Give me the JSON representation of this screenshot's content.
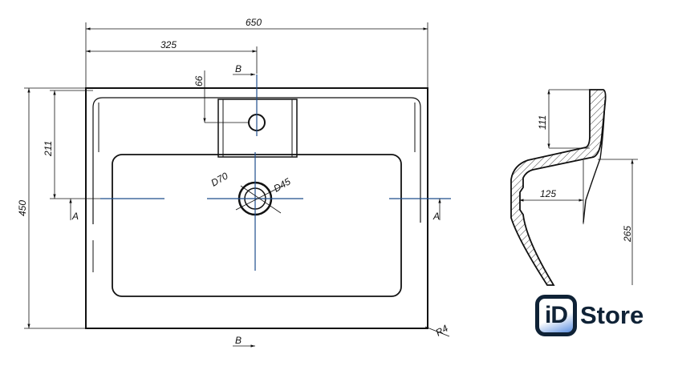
{
  "drawing": {
    "dimensions": {
      "overall_width": "650",
      "half_width": "325",
      "tap_offset": "66",
      "overall_depth": "450",
      "section_offset": "211",
      "drain_outer": "D70",
      "drain_inner": "D45",
      "corner_radius": "R4",
      "rim_height": "111",
      "shelf_depth": "125",
      "bowl_depth": "265"
    },
    "section_marks": {
      "b_top": "B",
      "b_bottom": "B",
      "a_left": "A",
      "a_right": "A"
    }
  },
  "logo": {
    "icon_text": "iD",
    "text": "Store"
  },
  "colors": {
    "line": "#111111",
    "axis": "#1f4e8c",
    "logo_dark": "#0f2236",
    "logo_accent": "#5b8fe0"
  }
}
